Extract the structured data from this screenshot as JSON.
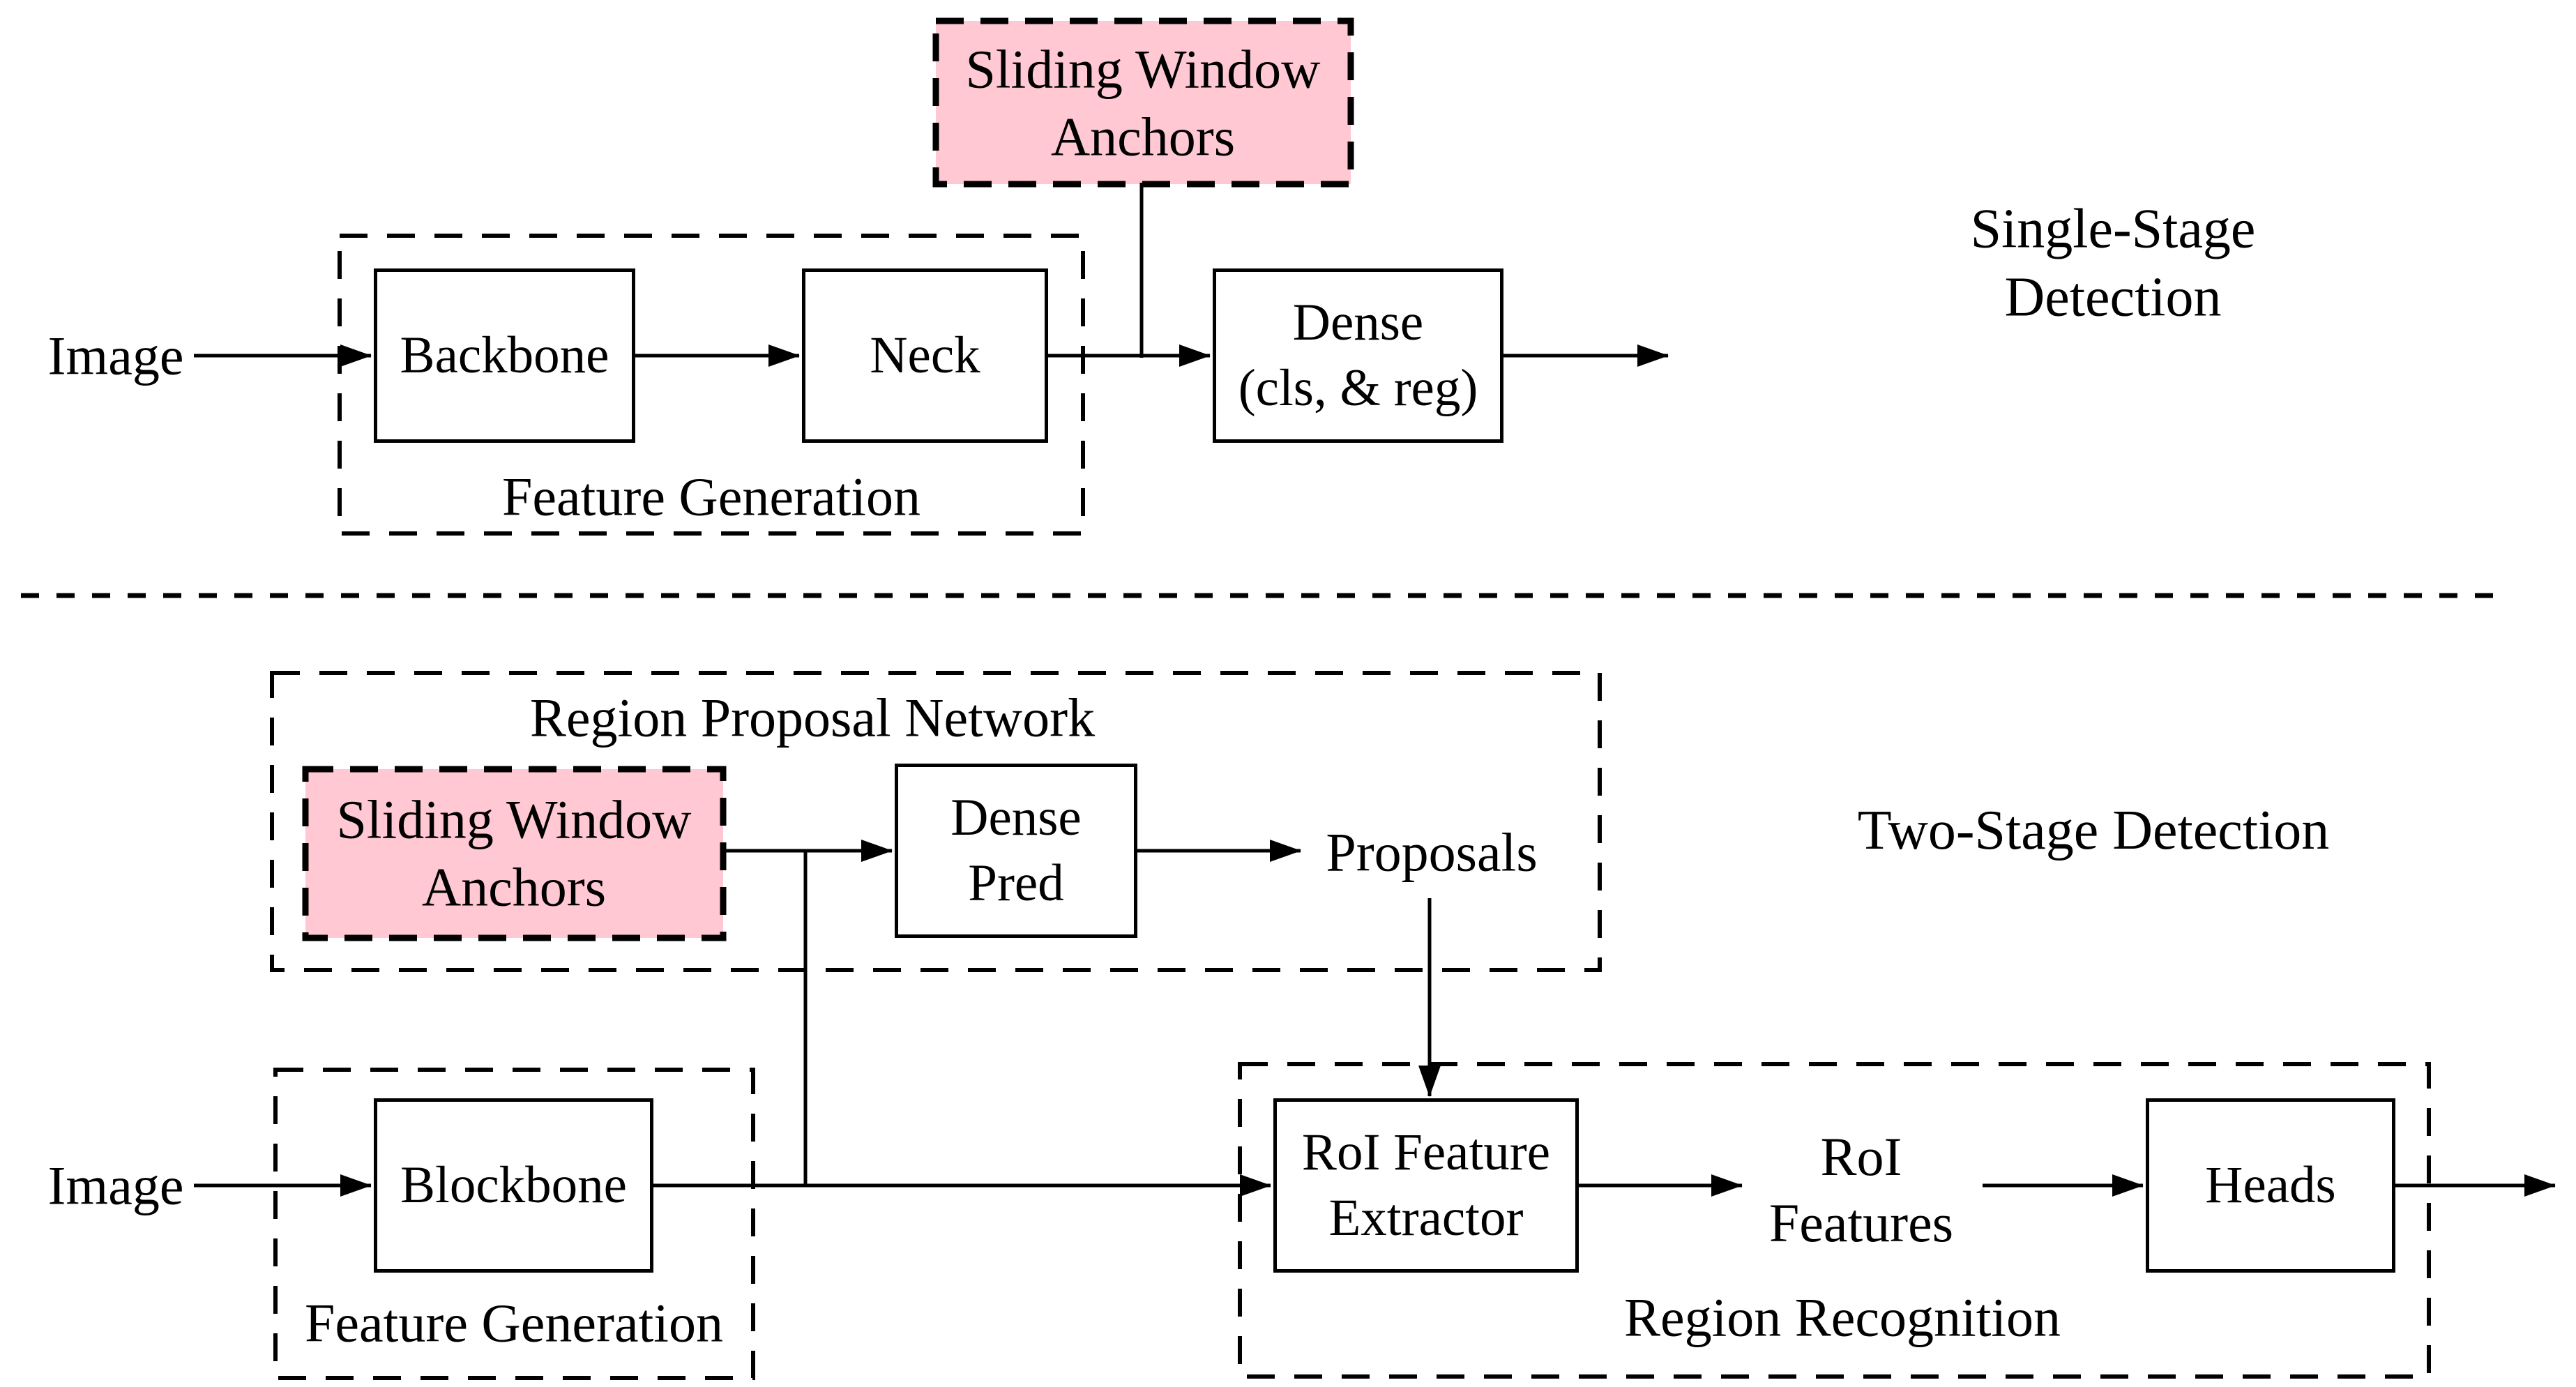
{
  "colors": {
    "pink_fill": "#FFC8D3",
    "line": "#000000",
    "background": "#FFFFFF"
  },
  "top_section": {
    "title": "Single-Stage Detection",
    "input_label": "Image",
    "anchors_label": "Sliding Window\nAnchors",
    "feature_generation": {
      "label": "Feature Generation",
      "backbone": "Backbone",
      "neck": "Neck"
    },
    "dense_head": "Dense\n(cls, & reg)"
  },
  "bottom_section": {
    "title": "Two-Stage Detection",
    "input_label": "Image",
    "rpn": {
      "label": "Region Proposal Network",
      "anchors_label": "Sliding Window\nAnchors",
      "dense_pred": "Dense\nPred",
      "output_label": "Proposals"
    },
    "feature_generation": {
      "label": "Feature Generation",
      "backbone": "Blockbone"
    },
    "region_recognition": {
      "label": "Region Recognition",
      "roi_extractor": "RoI Feature\nExtractor",
      "roi_features": "RoI\nFeatures",
      "heads": "Heads"
    }
  }
}
